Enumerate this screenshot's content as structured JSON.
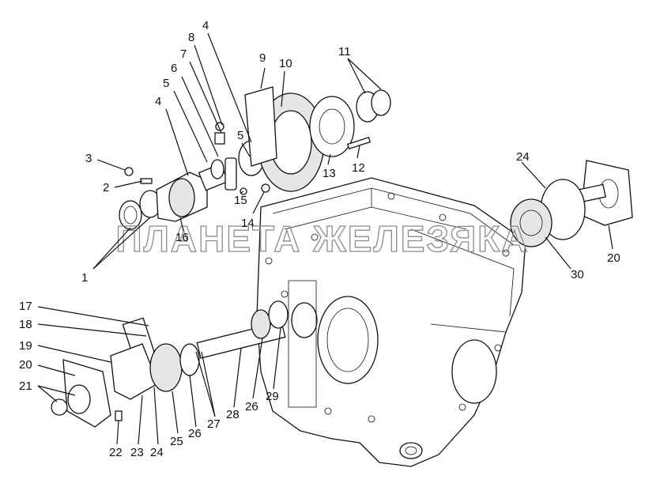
{
  "watermark": "ПЛАНЕТА ЖЕЛЕЗЯКА",
  "callouts": [
    "1",
    "2",
    "3",
    "4",
    "4",
    "5",
    "5",
    "6",
    "7",
    "8",
    "9",
    "10",
    "11",
    "12",
    "13",
    "14",
    "15",
    "16",
    "17",
    "18",
    "19",
    "20",
    "20",
    "21",
    "22",
    "23",
    "24",
    "24",
    "25",
    "26",
    "26",
    "27",
    "28",
    "29",
    "30"
  ]
}
